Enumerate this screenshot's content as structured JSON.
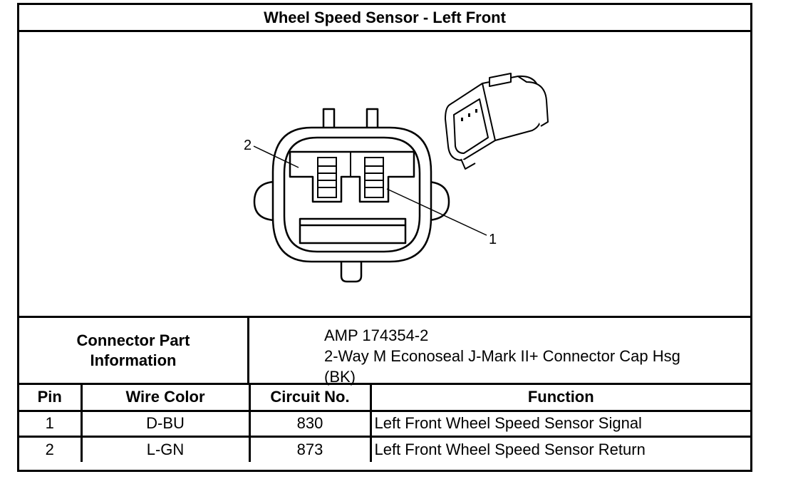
{
  "title": "Wheel Speed Sensor - Left Front",
  "diagram": {
    "callouts": [
      "1",
      "2"
    ],
    "icons": [
      "connector-face-view-icon",
      "connector-isometric-icon"
    ]
  },
  "connector_info": {
    "label_line1": "Connector Part",
    "label_line2": "Information",
    "part_number": "AMP 174354-2",
    "description_line1": "2-Way M Econoseal J-Mark II+ Connector Cap Hsg",
    "description_line2": "(BK)"
  },
  "pin_table": {
    "headers": [
      "Pin",
      "Wire Color",
      "Circuit No.",
      "Function"
    ],
    "rows": [
      [
        "1",
        "D-BU",
        "830",
        "Left Front Wheel Speed Sensor Signal"
      ],
      [
        "2",
        "L-GN",
        "873",
        "Left Front Wheel Speed Sensor Return"
      ]
    ]
  }
}
